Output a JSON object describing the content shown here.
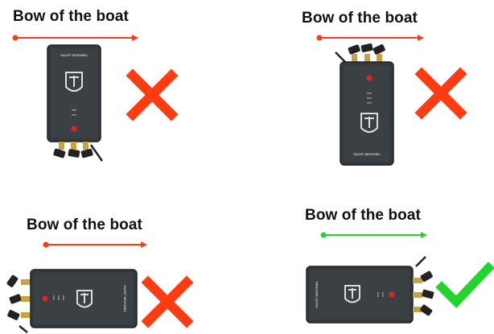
{
  "colors": {
    "wrong": "#ff3b12",
    "right": "#22d42e",
    "device_body": "#35393d",
    "device_edge": "#1f2225",
    "antenna_gold": "#c9a240",
    "led_red": "#e0261e"
  },
  "panels": [
    {
      "label": "Bow of the boat",
      "arrow_color": "#ff3b12",
      "orientation": "vertical-antennas-down",
      "verdict": "wrong",
      "verdict_icon": "cross-icon"
    },
    {
      "label": "Bow of the boat",
      "arrow_color": "#ff3b12",
      "orientation": "vertical-antennas-up",
      "verdict": "wrong",
      "verdict_icon": "cross-icon"
    },
    {
      "label": "Bow of the boat",
      "arrow_color": "#ff3b12",
      "orientation": "horizontal-antennas-left",
      "verdict": "wrong",
      "verdict_icon": "cross-icon"
    },
    {
      "label": "Bow of the boat",
      "arrow_color": "#22d42e",
      "orientation": "horizontal-antennas-right",
      "verdict": "correct",
      "verdict_icon": "check-icon"
    }
  ]
}
